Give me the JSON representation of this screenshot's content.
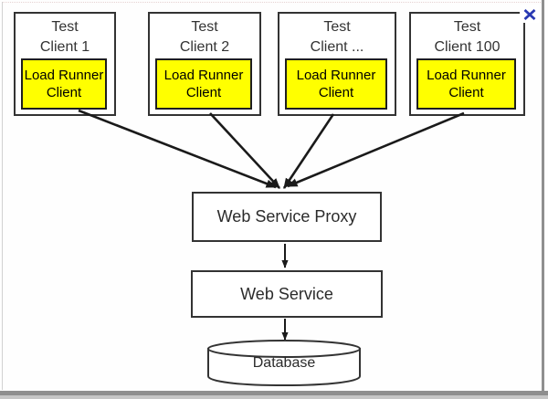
{
  "window": {
    "close_icon": "close-icon"
  },
  "diagram": {
    "clients": [
      {
        "title": "Test\nClient 1",
        "inner_label": "Load Runner\nClient"
      },
      {
        "title": "Test\nClient 2",
        "inner_label": "Load Runner\nClient"
      },
      {
        "title": "Test\nClient ...",
        "inner_label": "Load Runner\nClient"
      },
      {
        "title": "Test\nClient 100",
        "inner_label": "Load Runner\nClient"
      }
    ],
    "proxy_label": "Web Service Proxy",
    "service_label": "Web Service",
    "database_label": "Database"
  },
  "colors": {
    "highlight_yellow": "#ffff00",
    "box_border": "#333333",
    "arrow_black": "#1a1a1a",
    "close_blue": "#2838b2",
    "frame_gray": "#8f8f8f"
  }
}
